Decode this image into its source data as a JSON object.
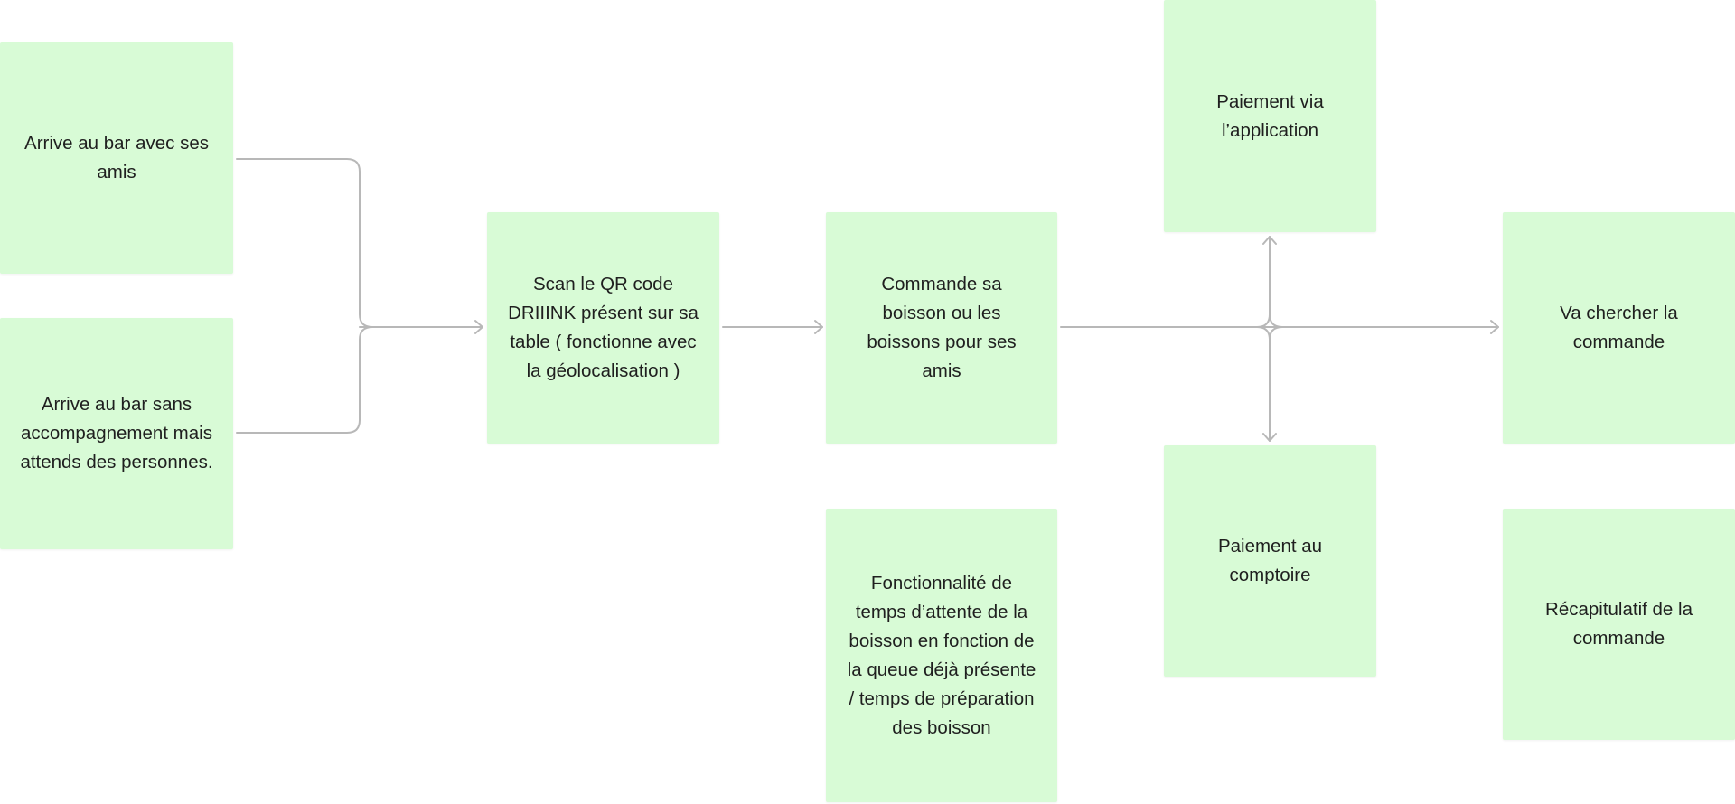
{
  "colors": {
    "sticky_fill": "#d8fbd6",
    "connector": "#b8b8b8",
    "text": "#1f1f1f",
    "background": "#ffffff"
  },
  "notes": {
    "arrive_friends": "Arrive au bar avec ses amis",
    "arrive_alone": "Arrive au bar sans accompagnement mais attends des personnes.",
    "scan_qr": "Scan le QR code DRIIINK présent sur sa table ( fonctionne avec la géolocalisation )",
    "order": "Commande sa boisson ou les boissons pour ses amis",
    "wait_time": "Fonctionnalité de temps d’attente de la boisson en fonction de la queue déjà présente / temps de préparation des boisson",
    "pay_app": "Paiement via l’application",
    "pay_counter": "Paiement au comptoire",
    "get_order": "Va chercher la commande",
    "recap": "Récapitulatif de la commande"
  }
}
